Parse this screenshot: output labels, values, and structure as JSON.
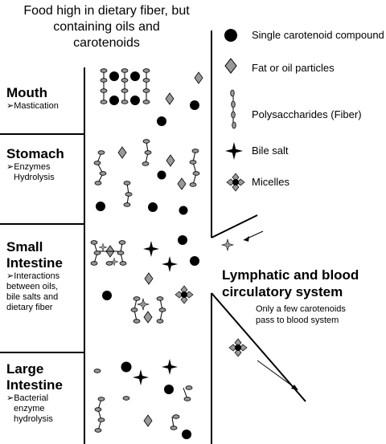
{
  "title": "Food high in dietary fiber, but containing oils and carotenoids",
  "stages": [
    {
      "name": "Mouth",
      "notes": [
        "➢Mastication"
      ]
    },
    {
      "name": "Stomach",
      "notes": [
        "➢Enzymes",
        "Hydrolysis"
      ]
    },
    {
      "name_lines": [
        "Small",
        "Intestine"
      ],
      "notes": [
        "➢Interactions",
        "between oils,",
        "bile salts and",
        "dietary fiber"
      ]
    },
    {
      "name_lines": [
        "Large",
        "Intestine"
      ],
      "notes": [
        "➢Bacterial",
        "enzyme",
        "hydrolysis"
      ]
    }
  ],
  "legend": [
    {
      "icon": "filled-circle",
      "label": "Single carotenoid compound"
    },
    {
      "icon": "gray-diamond",
      "label": "Fat or oil particles"
    },
    {
      "icon": "fiber-chain",
      "label": "Polysaccharides (Fiber)"
    },
    {
      "icon": "four-point-star",
      "label": "Bile salt"
    },
    {
      "icon": "micelle",
      "label": "Micelles"
    }
  ],
  "lymphatic": {
    "title_lines": [
      "Lymphatic and blood",
      "circulatory system"
    ],
    "note_lines": [
      "Only a few carotenoids",
      "pass to blood system"
    ]
  },
  "colors": {
    "particle_fill": "#000000",
    "diamond_fill": "#999999",
    "fiber_fill": "#999999",
    "line": "#000000"
  }
}
